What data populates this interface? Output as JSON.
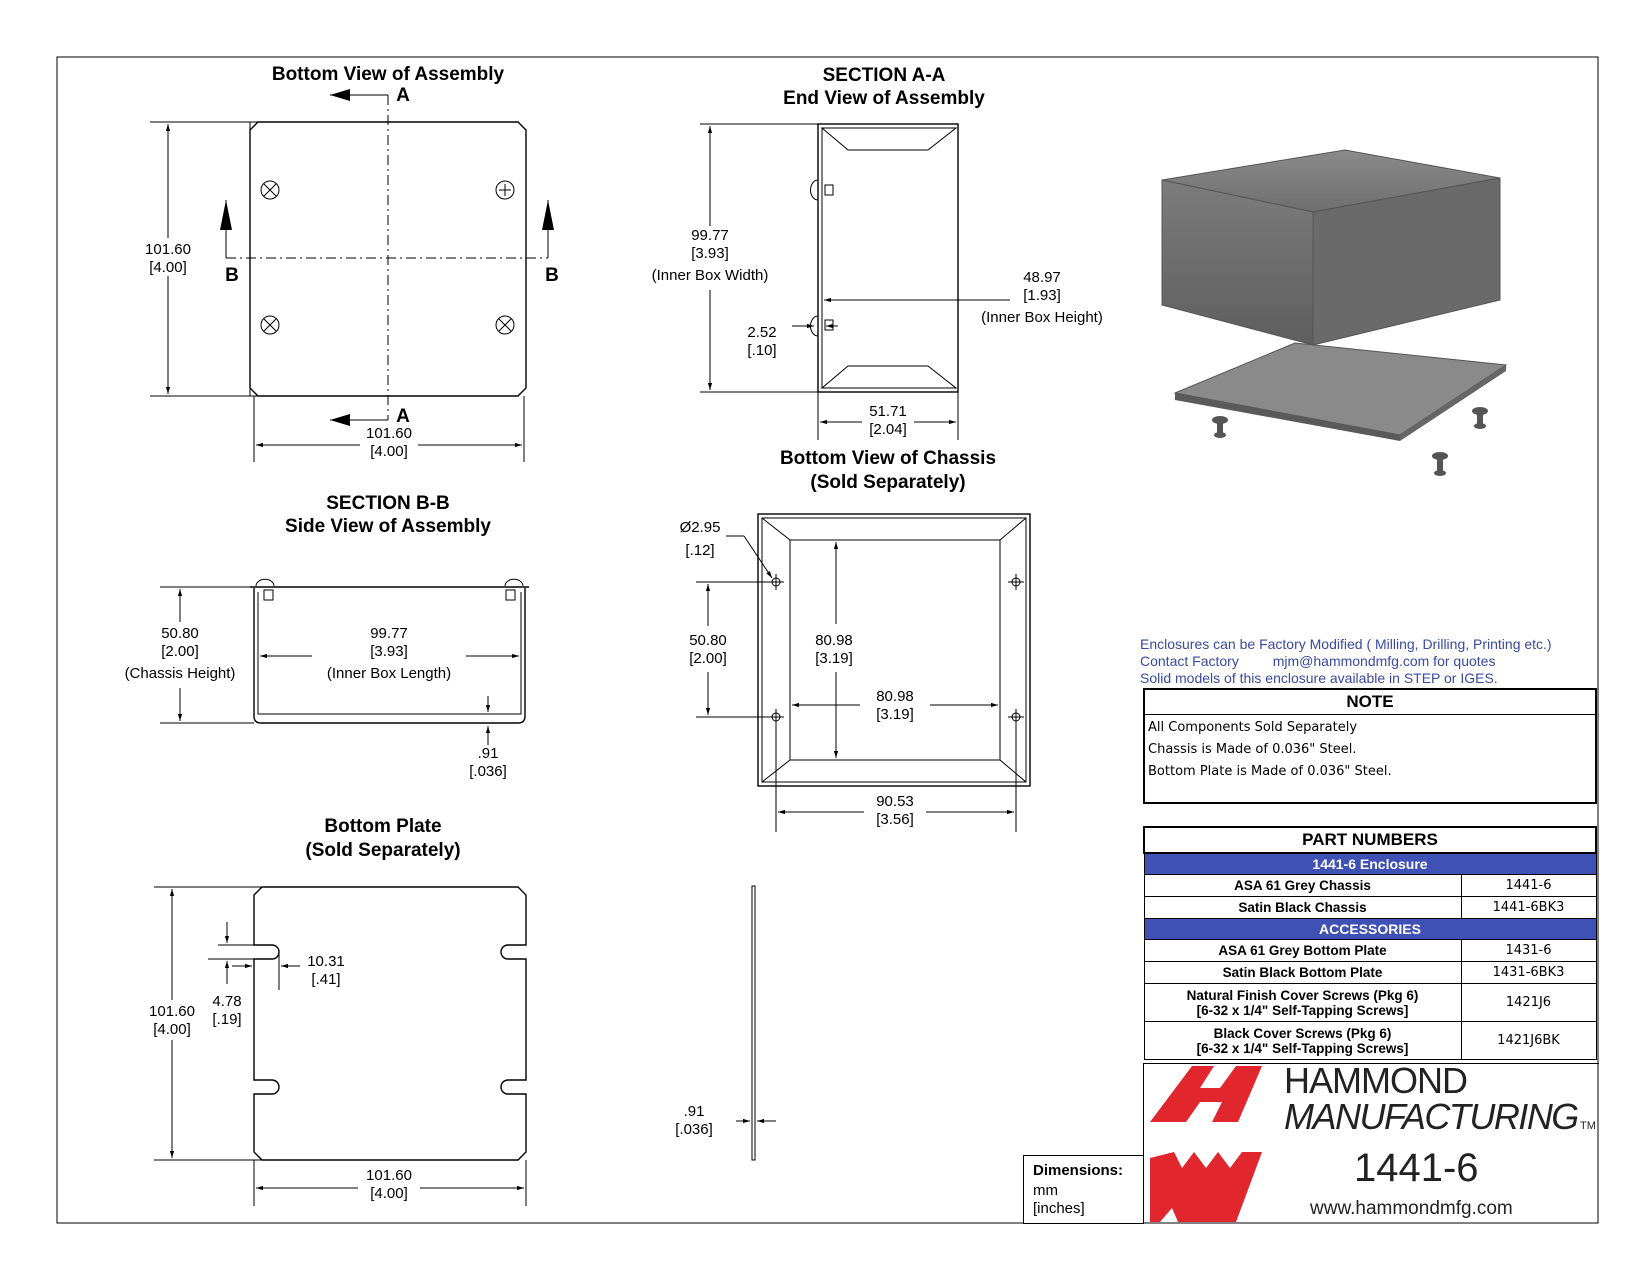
{
  "views": {
    "bottom_assembly": {
      "title": "Bottom View of Assembly",
      "height_mm": "101.60",
      "height_in": "[4.00]",
      "width_mm": "101.60",
      "width_in": "[4.00]",
      "section_a": "A",
      "section_b": "B"
    },
    "section_aa": {
      "title1": "SECTION A-A",
      "title2": "End View of Assembly",
      "width_mm": "99.77",
      "width_in": "[3.93]",
      "width_note": "(Inner Box Width)",
      "height_mm": "48.97",
      "height_in": "[1.93]",
      "height_note": "(Inner Box Height)",
      "lip_mm": "2.52",
      "lip_in": "[.10]",
      "depth_mm": "51.71",
      "depth_in": "[2.04]"
    },
    "section_bb": {
      "title1": "SECTION B-B",
      "title2": "Side View of Assembly",
      "height_mm": "50.80",
      "height_in": "[2.00]",
      "height_note": "(Chassis Height)",
      "length_mm": "99.77",
      "length_in": "[3.93]",
      "length_note": "(Inner Box Length)",
      "thk_mm": ".91",
      "thk_in": "[.036]"
    },
    "chassis_bottom": {
      "title1": "Bottom View of Chassis",
      "title2": "(Sold Separately)",
      "hole_mm": "Ø2.95",
      "hole_in": "[.12]",
      "h_mm": "50.80",
      "h_in": "[2.00]",
      "v_mm": "80.98",
      "v_in": "[3.19]",
      "hz_mm": "80.98",
      "hz_in": "[3.19]",
      "w_mm": "90.53",
      "w_in": "[3.56]"
    },
    "bottom_plate": {
      "title1": "Bottom Plate",
      "title2": "(Sold Separately)",
      "height_mm": "101.60",
      "height_in": "[4.00]",
      "slot_w_mm": "4.78",
      "slot_w_in": "[.19]",
      "slot_d_mm": "10.31",
      "slot_d_in": "[.41]",
      "width_mm": "101.60",
      "width_in": "[4.00]",
      "thk_mm": ".91",
      "thk_in": "[.036]"
    }
  },
  "info": {
    "line1": "Enclosures can be Factory Modified ( Milling, Drilling, Printing etc.)",
    "line2a": "Contact Factory",
    "line2b": "mjm@hammondmfg.com for quotes",
    "line3": "Solid models of this enclosure available in STEP or IGES."
  },
  "note": {
    "title": "NOTE",
    "lines": [
      "All Components Sold Separately",
      "Chassis is Made of 0.036\" Steel.",
      "Bottom Plate is Made of 0.036\" Steel."
    ]
  },
  "parts": {
    "title": "PART NUMBERS",
    "band1": "1441-6 Enclosure",
    "rows1": [
      {
        "desc": "ASA 61 Grey Chassis",
        "num": "1441-6"
      },
      {
        "desc": "Satin Black Chassis",
        "num": "1441-6BK3"
      }
    ],
    "band2": "ACCESSORIES",
    "rows2": [
      {
        "desc": "ASA 61 Grey Bottom Plate",
        "num": "1431-6"
      },
      {
        "desc": "Satin Black Bottom Plate",
        "num": "1431-6BK3"
      },
      {
        "desc1": "Natural Finish Cover Screws (Pkg 6)",
        "desc2": "[6-32 x 1/4\" Self-Tapping Screws]",
        "num": "1421J6"
      },
      {
        "desc1": "Black Cover Screws (Pkg 6)",
        "desc2": "[6-32 x 1/4\" Self-Tapping Screws]",
        "num": "1421J6BK"
      }
    ]
  },
  "dimensions_box": {
    "label": "Dimensions:",
    "unit1": "mm",
    "unit2": "[inches]"
  },
  "brand": {
    "name1": "HAMMOND",
    "name2": "MANUFACTURING",
    "tm": "TM",
    "model": "1441-6",
    "url": "www.hammondmfg.com",
    "logo_color": "#e1262d"
  }
}
